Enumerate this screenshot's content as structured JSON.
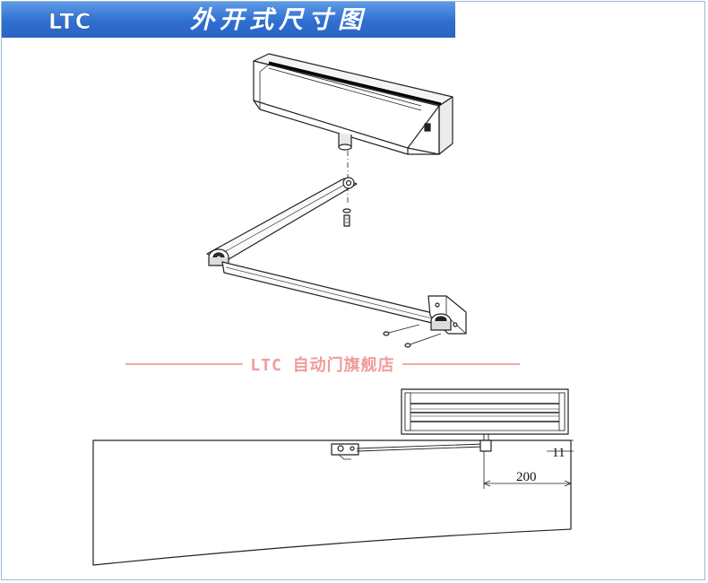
{
  "header": {
    "logo_text": "LTC",
    "title": "外开式尺寸图"
  },
  "watermark": {
    "text": "LTC 自动门旗舰店"
  },
  "dimensions": {
    "offset_vertical": "11",
    "offset_horizontal": "200"
  },
  "colors": {
    "header_blue": "#2f6fd0",
    "watermark_pink": "#f19b9b",
    "line": "#333333"
  }
}
